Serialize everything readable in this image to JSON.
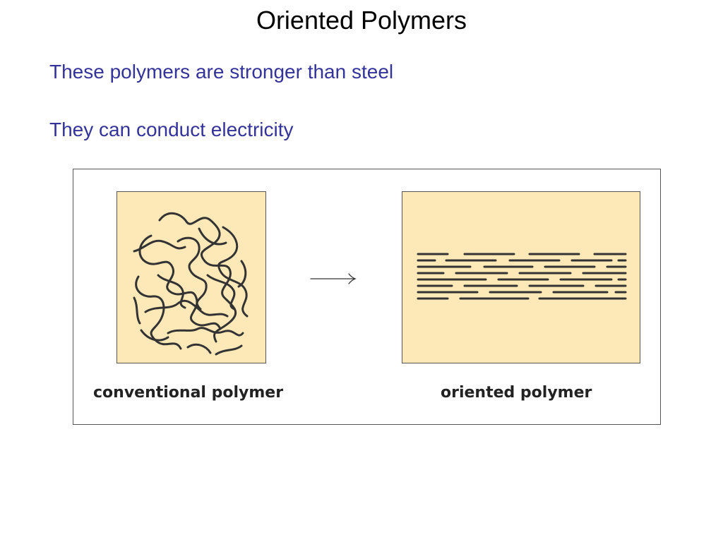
{
  "slide": {
    "title": "Oriented Polymers",
    "bullets": [
      "These polymers are stronger than steel",
      "They can conduct electricity"
    ]
  },
  "figure": {
    "panels": [
      {
        "caption": "conventional polymer"
      },
      {
        "caption": "oriented polymer"
      }
    ],
    "colors": {
      "panel_fill": "#fde8b8",
      "strand": "#333333",
      "bullet_text": "#333399"
    }
  }
}
